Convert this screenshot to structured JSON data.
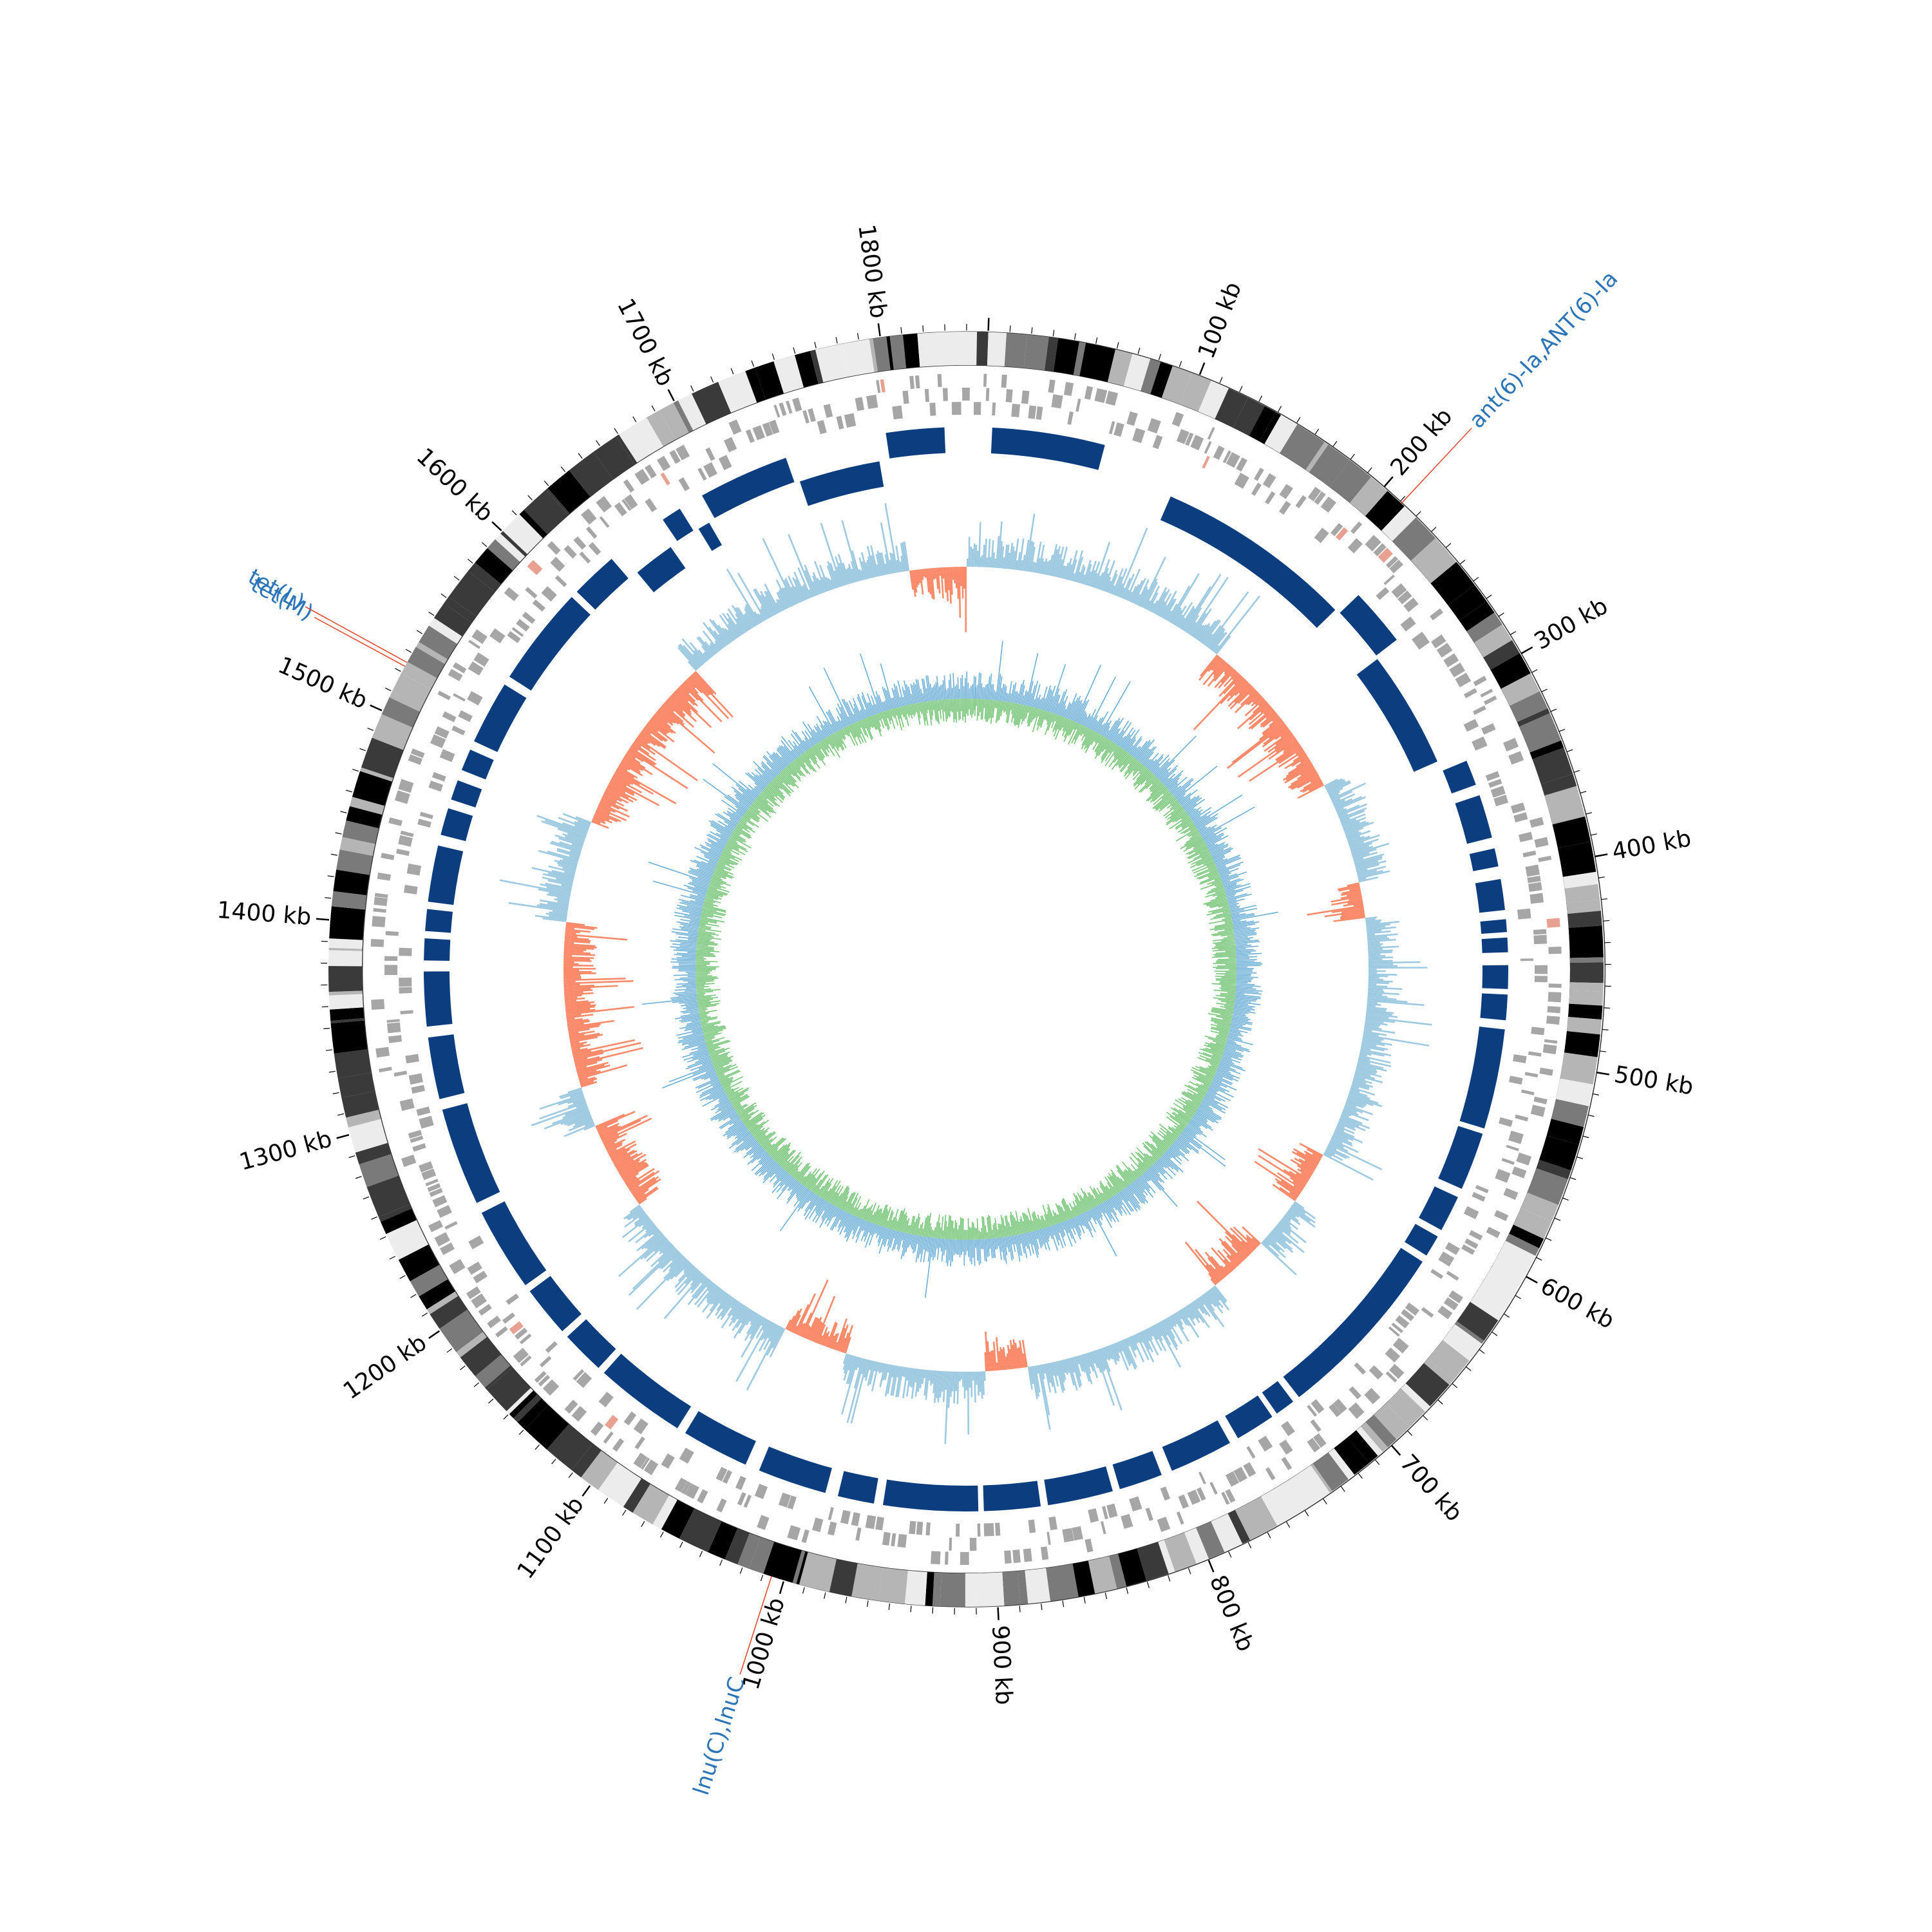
{
  "genome": {
    "length_kb": 1850,
    "start_angle_deg": 2
  },
  "position_labels": [
    {
      "kb": 100,
      "text": "100 kb"
    },
    {
      "kb": 200,
      "text": "200 kb"
    },
    {
      "kb": 300,
      "text": "300 kb"
    },
    {
      "kb": 400,
      "text": "400 kb"
    },
    {
      "kb": 500,
      "text": "500 kb"
    },
    {
      "kb": 600,
      "text": "600 kb"
    },
    {
      "kb": 700,
      "text": "700 kb"
    },
    {
      "kb": 800,
      "text": "800 kb"
    },
    {
      "kb": 900,
      "text": "900 kb"
    },
    {
      "kb": 1000,
      "text": "1000 kb"
    },
    {
      "kb": 1100,
      "text": "1100 kb"
    },
    {
      "kb": 1200,
      "text": "1200 kb"
    },
    {
      "kb": 1300,
      "text": "1300 kb"
    },
    {
      "kb": 1400,
      "text": "1400 kb"
    },
    {
      "kb": 1500,
      "text": "1500 kb"
    },
    {
      "kb": 1600,
      "text": "1600 kb"
    },
    {
      "kb": 1700,
      "text": "1700 kb"
    },
    {
      "kb": 1800,
      "text": "1800 kb"
    }
  ],
  "resistance_genes": [
    {
      "kb": 211,
      "text": "ant(6)-Ia,ANT(6)-Ia"
    },
    {
      "kb": 1006,
      "text": "lnu(C),lnuC"
    },
    {
      "kb": 1523,
      "text": "tet(M)"
    },
    {
      "kb": 1525,
      "text": "tet(L)"
    }
  ],
  "colors": {
    "background": "#ffffff",
    "gene_blocks": "#0b3d7f",
    "gene_features": "#a6a6a6",
    "skew_positive": "#9ecae1",
    "skew_negative": "#fb8a6a",
    "gc_content_blue": "#6baed6",
    "gc_content_green": "#74c476",
    "gene_label_text": "#2b74b8",
    "gene_label_leader": "#e34a33"
  },
  "tracks": [
    {
      "name": "karyotype-band-track",
      "style": "grayscale-bands"
    },
    {
      "name": "feature-track",
      "style": "gray-features"
    },
    {
      "name": "synteny-block-track",
      "style": "navy-blocks"
    },
    {
      "name": "skew-track",
      "style": "blue-orange-histogram"
    },
    {
      "name": "gc-track",
      "style": "blue-green-lines"
    }
  ]
}
